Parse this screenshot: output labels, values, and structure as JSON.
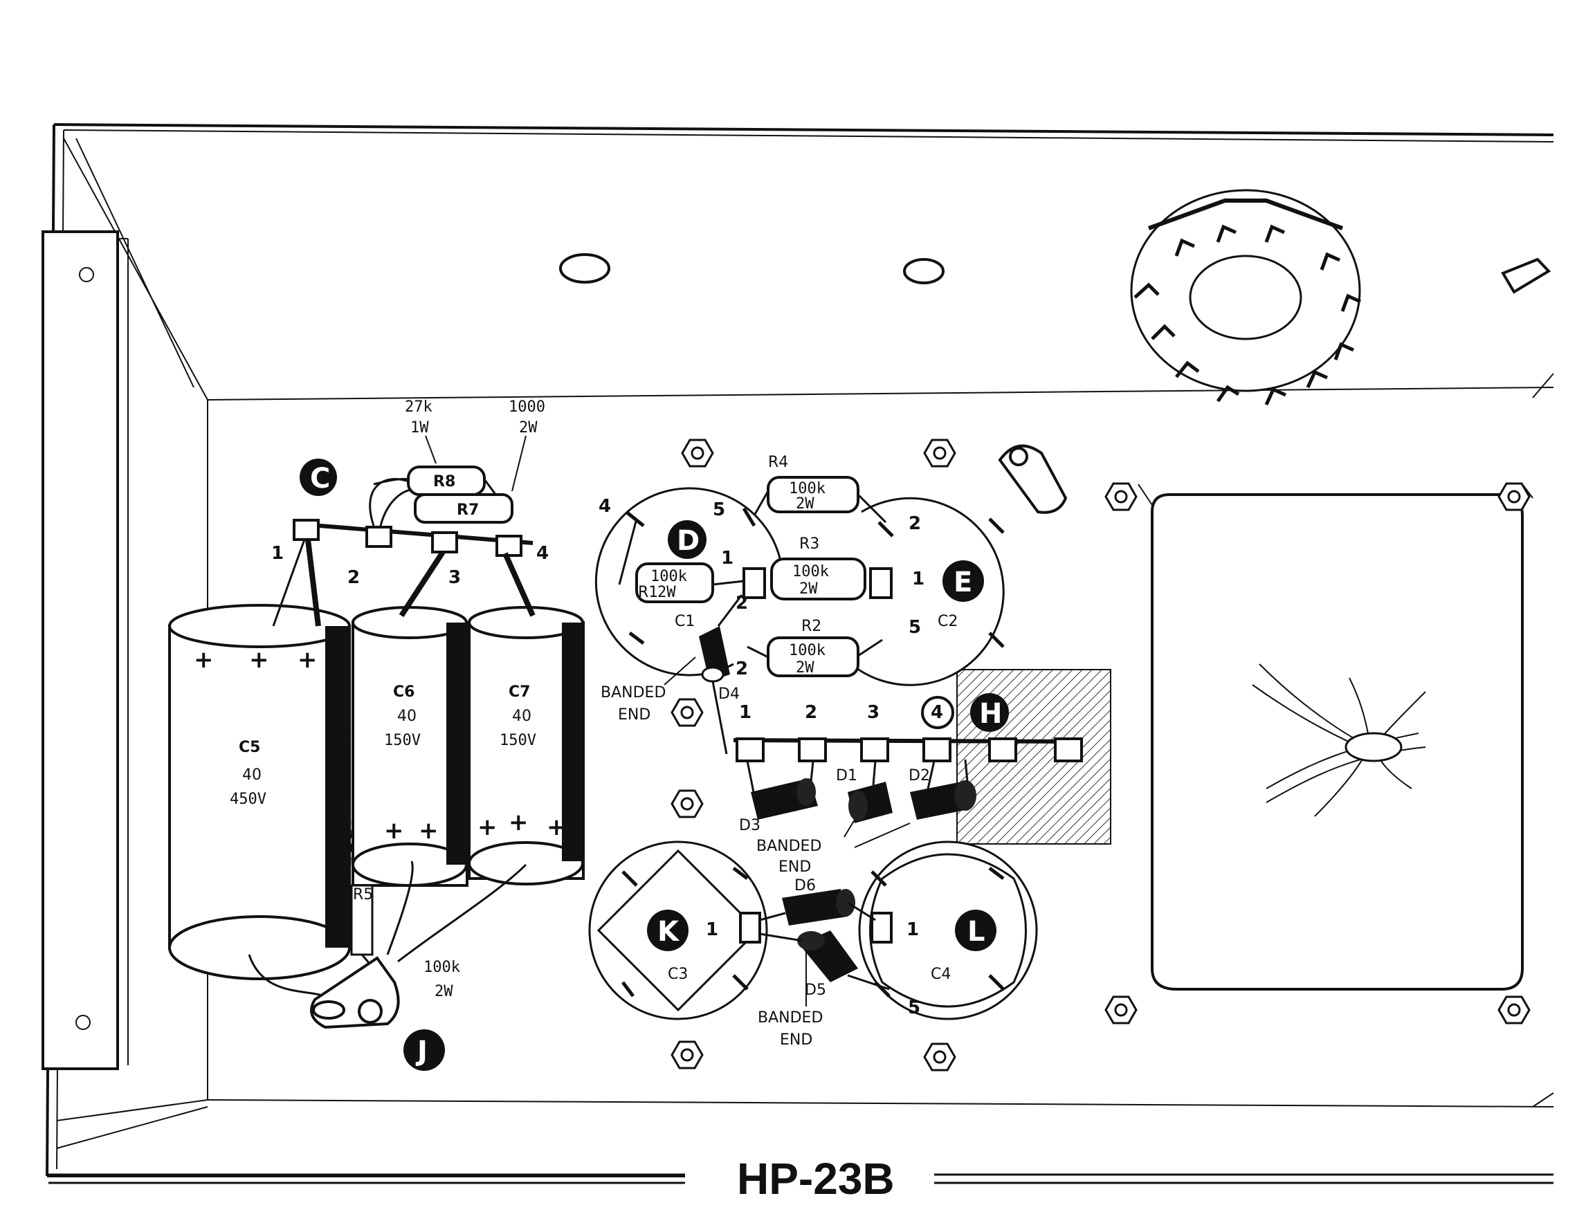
{
  "title": "HP-23B",
  "callouts": {
    "c": "C",
    "d": "D",
    "e": "E",
    "h": "H",
    "j": "J",
    "k": "K",
    "l": "L"
  },
  "resistors": {
    "r8": {
      "id": "R8",
      "value": "27k",
      "power": "1W"
    },
    "r7": {
      "id": "R7",
      "value": "1000",
      "power": "2W"
    },
    "r4": {
      "id": "R4",
      "value": "100k",
      "power": "2W"
    },
    "r3": {
      "id": "R3",
      "value": "100k",
      "power": "2W"
    },
    "r2": {
      "id": "R2",
      "value": "100k",
      "power": "2W"
    },
    "r1": {
      "id": "R1",
      "value": "100k",
      "power": "2W"
    },
    "r5": {
      "id": "R5",
      "value": "100k",
      "power": "2W"
    }
  },
  "capacitors": {
    "c5": {
      "id": "C5",
      "value": "40",
      "voltage": "450V"
    },
    "c6": {
      "id": "C6",
      "value": "40",
      "voltage": "150V"
    },
    "c7": {
      "id": "C7",
      "value": "40",
      "voltage": "150V"
    },
    "c1": {
      "id": "C1"
    },
    "c2": {
      "id": "C2"
    },
    "c3": {
      "id": "C3"
    },
    "c4": {
      "id": "C4"
    }
  },
  "diodes": {
    "d1": "D1",
    "d2": "D2",
    "d3": "D3",
    "d4": "D4",
    "d5": "D5",
    "d6": "D6"
  },
  "banded_end": {
    "line1": "BANDED",
    "line2": "END"
  },
  "plus": "+",
  "terminals": {
    "t1": "1",
    "t2": "2",
    "t3": "3",
    "t4": "4",
    "t5": "5"
  }
}
